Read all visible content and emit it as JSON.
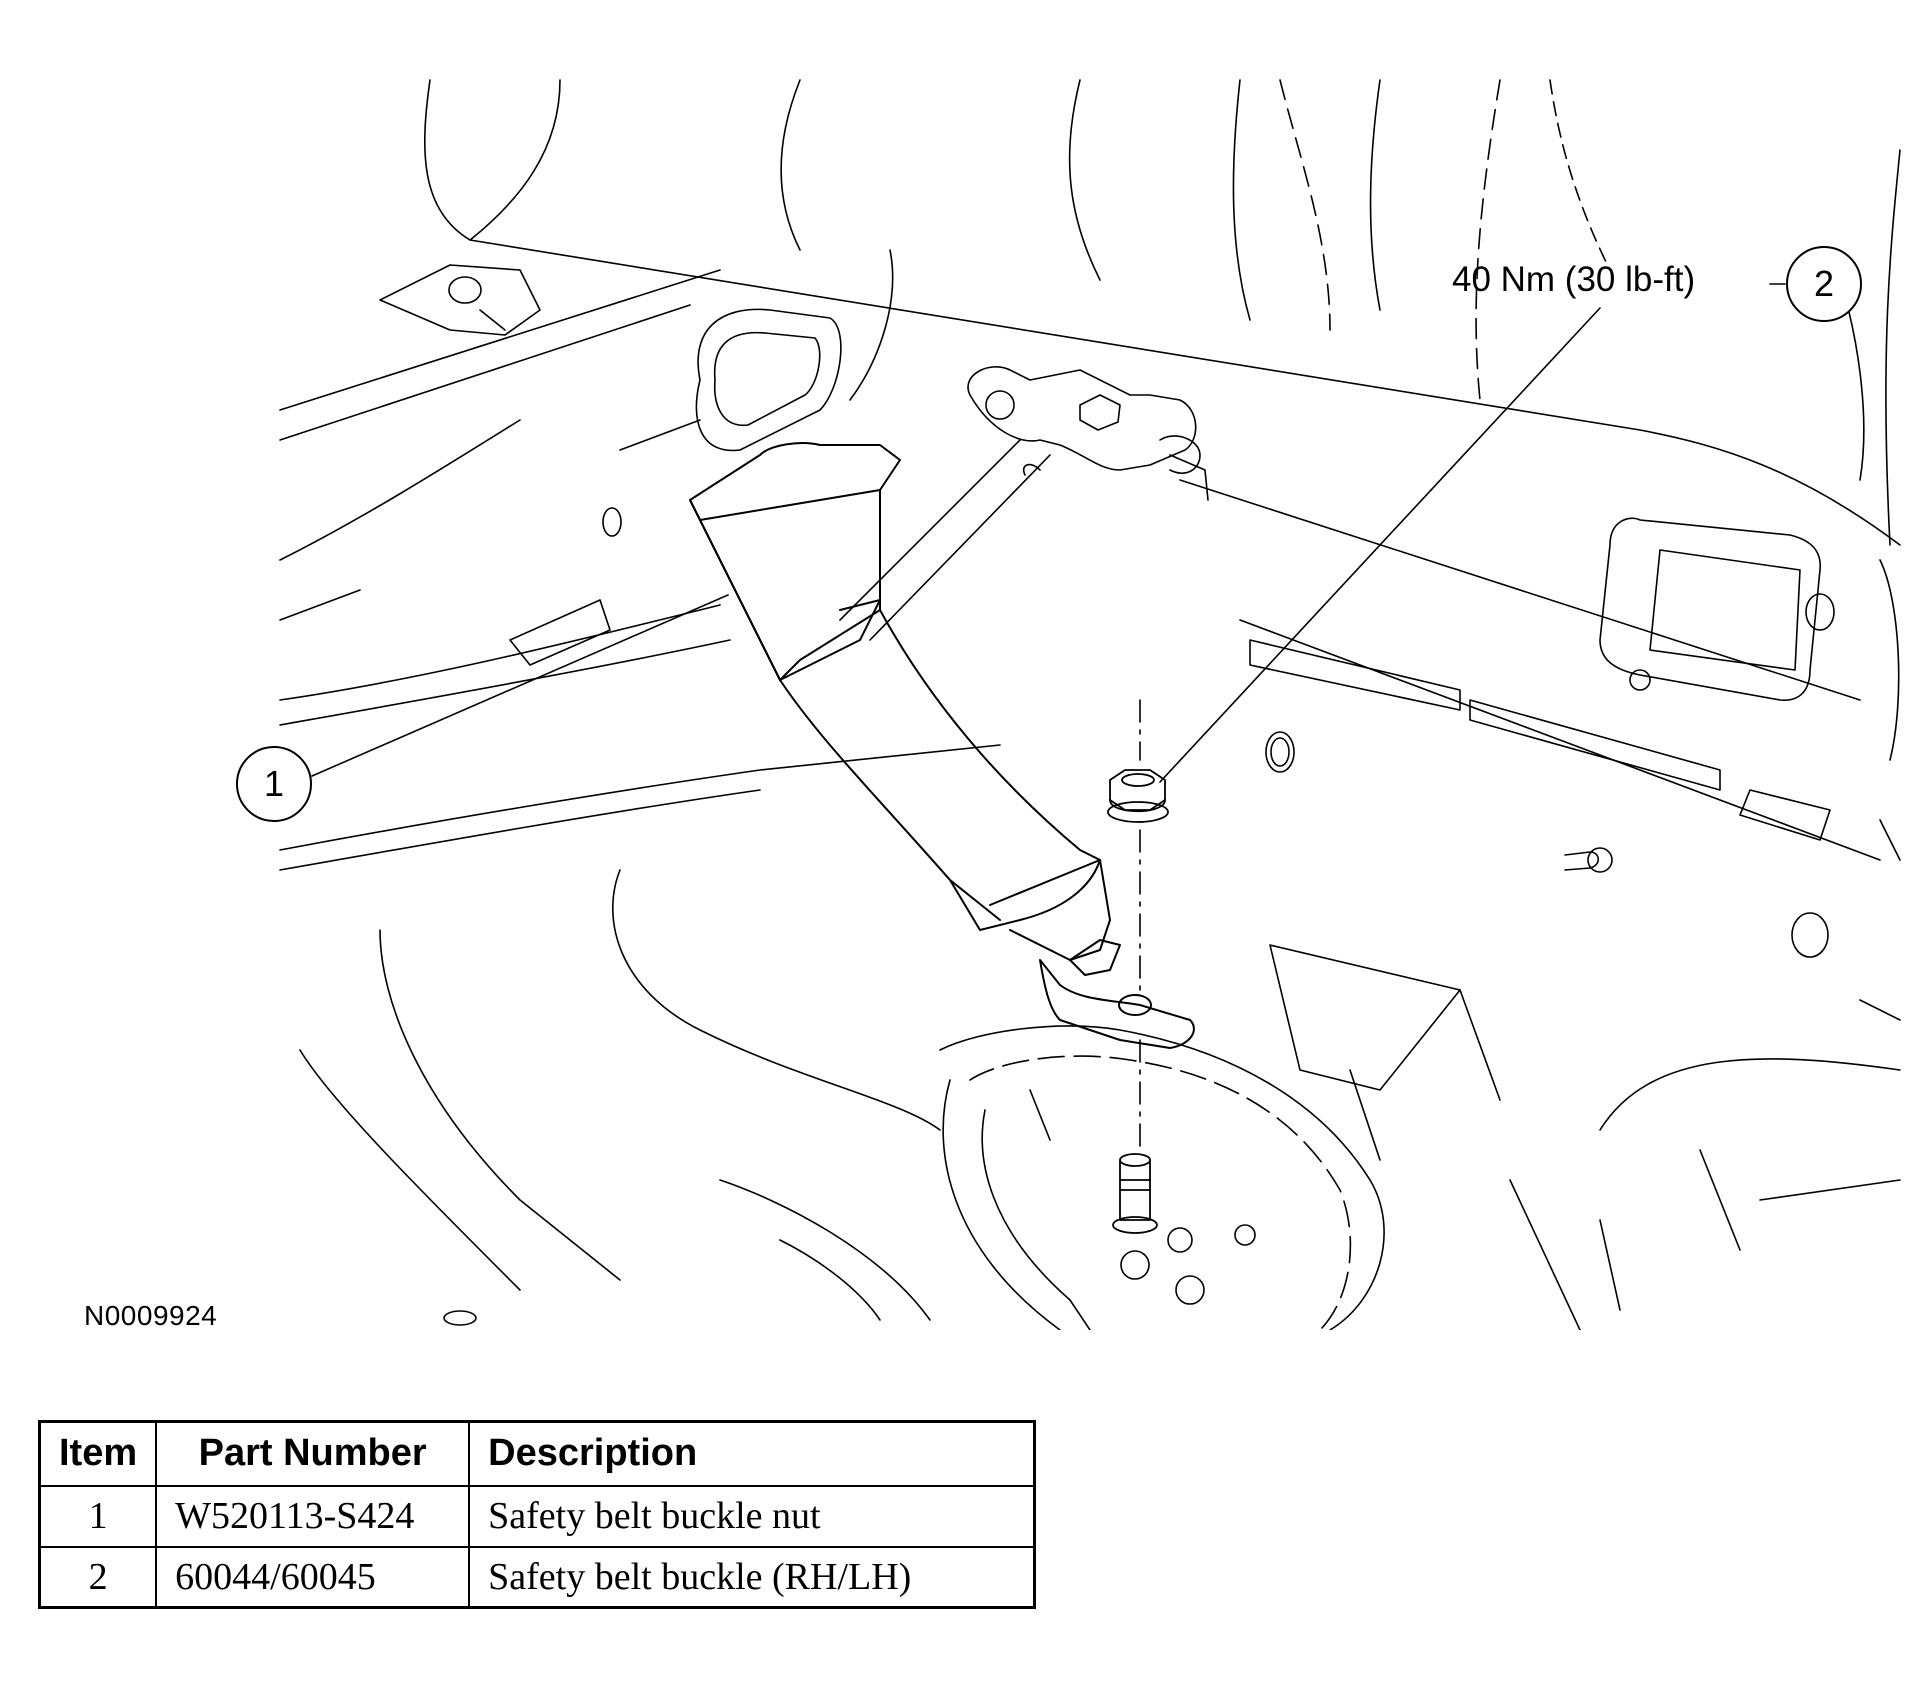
{
  "figure": {
    "id": "N0009924",
    "torque_spec": "40 Nm (30 lb-ft)",
    "callouts": [
      "1",
      "2"
    ]
  },
  "parts_table": {
    "headers": [
      "Item",
      "Part Number",
      "Description"
    ],
    "rows": [
      {
        "item": "1",
        "part_number": "W520113-S424",
        "description": "Safety belt buckle nut"
      },
      {
        "item": "2",
        "part_number": "60044/60045",
        "description": "Safety belt buckle (RH/LH)"
      }
    ]
  }
}
